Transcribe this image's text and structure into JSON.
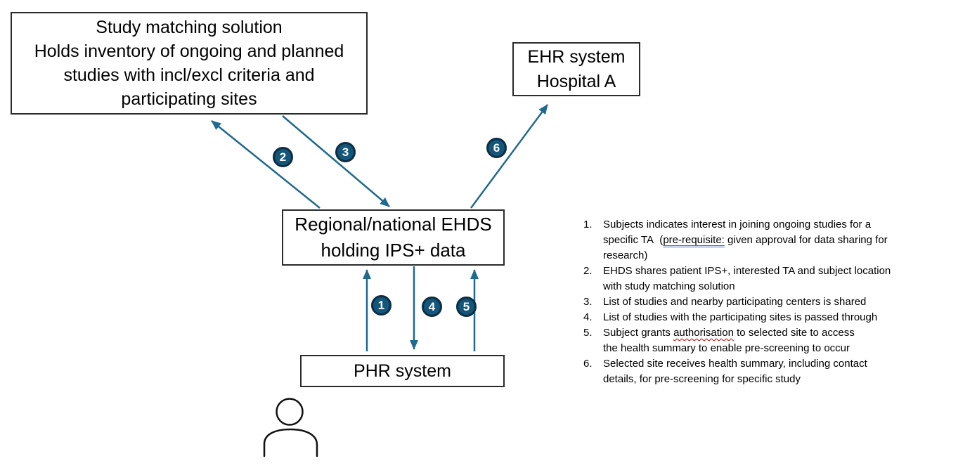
{
  "colors": {
    "arrow": "#20698F",
    "badge_fill": "#13567A",
    "badge_border": "#0C2D43",
    "box_border": "#2B2B2B",
    "text": "#000000",
    "prerequisite_underline_blue": "#4472C4",
    "spellcheck_underline_red": "#C00000",
    "person_outline": "#111111"
  },
  "boxes": {
    "study_matching": {
      "line1": "Study matching solution",
      "line2": "Holds inventory of ongoing and planned",
      "line3": "studies with incl/excl criteria and",
      "line4": "participating sites"
    },
    "ehr": {
      "line1": "EHR system",
      "line2": "Hospital A"
    },
    "ehds": {
      "line1": "Regional/national EHDS",
      "line2": "holding IPS+ data"
    },
    "phr": {
      "line1": "PHR system"
    }
  },
  "badges": {
    "b1": "1",
    "b2": "2",
    "b3": "3",
    "b4": "4",
    "b5": "5",
    "b6": "6"
  },
  "steps": [
    {
      "n": "1.",
      "l1": {
        "pre": "Subjects indicates interest in joining ongoing studies for a"
      },
      "l2": {
        "pre": "specific TA  (",
        "u": "pre-requisite:",
        "post": " given approval for data sharing for"
      },
      "l3": {
        "pre": "research)"
      }
    },
    {
      "n": "2.",
      "l1": {
        "pre": "EHDS shares patient IPS+, interested TA and subject location"
      },
      "l2": {
        "pre": "with study matching solution"
      }
    },
    {
      "n": "3.",
      "l1": {
        "pre": "List of studies and nearby participating centers is shared"
      }
    },
    {
      "n": "4.",
      "l1": {
        "pre": "List of studies with the participating sites is passed through"
      }
    },
    {
      "n": "5.",
      "l1": {
        "pre": "Subject grants ",
        "u": "authorisation",
        "post": " to selected site to access"
      },
      "l2": {
        "pre": "the health summary to enable pre-screening to occur"
      }
    },
    {
      "n": "6.",
      "l1": {
        "pre": "Selected site receives health summary, including contact"
      },
      "l2": {
        "pre": "details, for pre-screening for specific study"
      }
    }
  ]
}
